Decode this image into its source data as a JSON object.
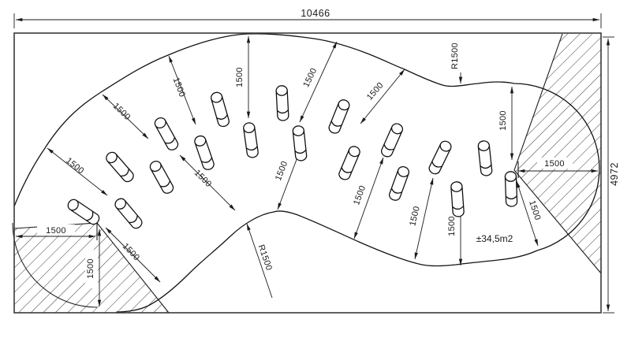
{
  "annotations": {
    "overall_width": "10466",
    "overall_height": "4972",
    "spacing": "1500",
    "radius": "R1500",
    "area": "±34,5m2"
  }
}
